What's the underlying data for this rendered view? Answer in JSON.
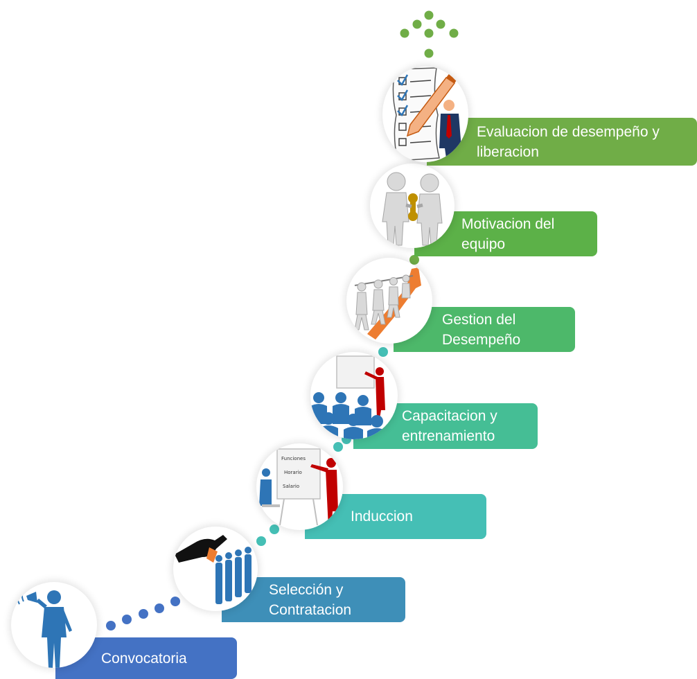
{
  "steps": [
    {
      "id": "convocatoria",
      "label": "Convocatoria",
      "color": "#4472c4",
      "icon": "megaphone-person-icon"
    },
    {
      "id": "seleccion",
      "label": "Selección  y Contratacion",
      "color": "#3e8fb8",
      "icon": "hand-picking-person-icon"
    },
    {
      "id": "induccion",
      "label": "Induccion",
      "color": "#45bfb5",
      "icon": "presentation-board-icon"
    },
    {
      "id": "capacitacion",
      "label": "Capacitacion y entrenamiento",
      "color": "#45be95",
      "icon": "training-audience-icon"
    },
    {
      "id": "gestion",
      "label": "Gestion del Desempeño",
      "color": "#4db86a",
      "icon": "team-pulling-arrow-icon"
    },
    {
      "id": "motivacion",
      "label": "Motivacion del equipo",
      "color": "#5cb148",
      "icon": "wind-up-key-people-icon"
    },
    {
      "id": "evaluacion",
      "label": "Evaluacion de desempeño y liberacion",
      "color": "#70ad47",
      "icon": "checklist-pencil-icon"
    }
  ],
  "board_text": [
    "Funciones",
    "Horario",
    "Salario"
  ],
  "colors": {
    "dots_blue": "#4472c4",
    "dots_teal": "#45bfb5",
    "dots_green": "#70ad47",
    "figure_blue": "#2e75b6",
    "figure_red": "#c00000",
    "orange": "#ed7d31"
  }
}
